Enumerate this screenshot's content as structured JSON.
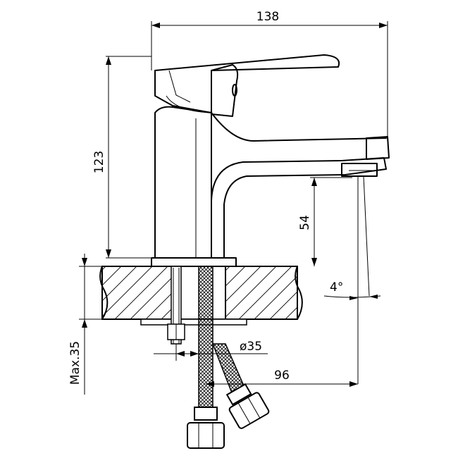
{
  "dimensions": {
    "overall_width": "138",
    "spout_height": "123",
    "outlet_height": "54",
    "spout_angle": "4°",
    "base_diameter": "ø35",
    "outlet_reach": "96",
    "max_counter_thickness": "Max.35"
  },
  "colors": {
    "line": "#000000",
    "background": "#ffffff",
    "hatch": "#000000"
  }
}
